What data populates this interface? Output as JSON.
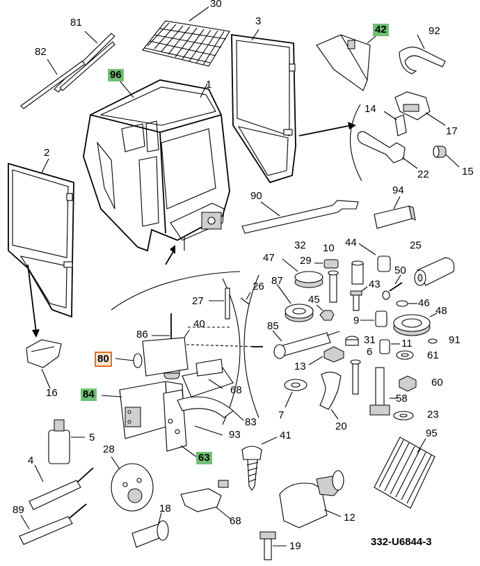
{
  "document_code": "332-U6844-3",
  "callouts": [
    {
      "id": "c1",
      "text": "1"
    },
    {
      "id": "c2",
      "text": "2"
    },
    {
      "id": "c3",
      "text": "3"
    },
    {
      "id": "c4",
      "text": "4"
    },
    {
      "id": "c5",
      "text": "5"
    },
    {
      "id": "c6",
      "text": "6"
    },
    {
      "id": "c7",
      "text": "7"
    },
    {
      "id": "c9",
      "text": "9"
    },
    {
      "id": "c10",
      "text": "10"
    },
    {
      "id": "c11",
      "text": "11"
    },
    {
      "id": "c12",
      "text": "12"
    },
    {
      "id": "c13",
      "text": "13"
    },
    {
      "id": "c14",
      "text": "14"
    },
    {
      "id": "c15",
      "text": "15"
    },
    {
      "id": "c16",
      "text": "16"
    },
    {
      "id": "c17",
      "text": "17"
    },
    {
      "id": "c18",
      "text": "18"
    },
    {
      "id": "c19",
      "text": "19"
    },
    {
      "id": "c20",
      "text": "20"
    },
    {
      "id": "c22",
      "text": "22"
    },
    {
      "id": "c23",
      "text": "23"
    },
    {
      "id": "c25",
      "text": "25"
    },
    {
      "id": "c26",
      "text": "26"
    },
    {
      "id": "c27",
      "text": "27"
    },
    {
      "id": "c28",
      "text": "28"
    },
    {
      "id": "c29",
      "text": "29"
    },
    {
      "id": "c30",
      "text": "30"
    },
    {
      "id": "c31",
      "text": "31"
    },
    {
      "id": "c32",
      "text": "32"
    },
    {
      "id": "c40",
      "text": "40"
    },
    {
      "id": "c41",
      "text": "41"
    },
    {
      "id": "c42",
      "text": "42",
      "highlight": "green"
    },
    {
      "id": "c43",
      "text": "43"
    },
    {
      "id": "c44",
      "text": "44"
    },
    {
      "id": "c45",
      "text": "45"
    },
    {
      "id": "c46",
      "text": "46"
    },
    {
      "id": "c47",
      "text": "47"
    },
    {
      "id": "c48",
      "text": "48"
    },
    {
      "id": "c50",
      "text": "50"
    },
    {
      "id": "c58",
      "text": "58"
    },
    {
      "id": "c60",
      "text": "60"
    },
    {
      "id": "c61",
      "text": "61"
    },
    {
      "id": "c63",
      "text": "63",
      "highlight": "green"
    },
    {
      "id": "c68a",
      "text": "68"
    },
    {
      "id": "c68b",
      "text": "68"
    },
    {
      "id": "c80",
      "text": "80",
      "highlight": "orange"
    },
    {
      "id": "c81",
      "text": "81"
    },
    {
      "id": "c82",
      "text": "82"
    },
    {
      "id": "c83",
      "text": "83"
    },
    {
      "id": "c84",
      "text": "84",
      "highlight": "green"
    },
    {
      "id": "c85",
      "text": "85"
    },
    {
      "id": "c86",
      "text": "86"
    },
    {
      "id": "c87",
      "text": "87"
    },
    {
      "id": "c89",
      "text": "89"
    },
    {
      "id": "c90",
      "text": "90"
    },
    {
      "id": "c91",
      "text": "91"
    },
    {
      "id": "c92",
      "text": "92"
    },
    {
      "id": "c93",
      "text": "93"
    },
    {
      "id": "c94",
      "text": "94"
    },
    {
      "id": "c95",
      "text": "95"
    },
    {
      "id": "c96",
      "text": "96",
      "highlight": "green"
    }
  ],
  "colors": {
    "highlight_green": "#6fbf73",
    "highlight_orange": "#e07020",
    "line": "#000000"
  }
}
